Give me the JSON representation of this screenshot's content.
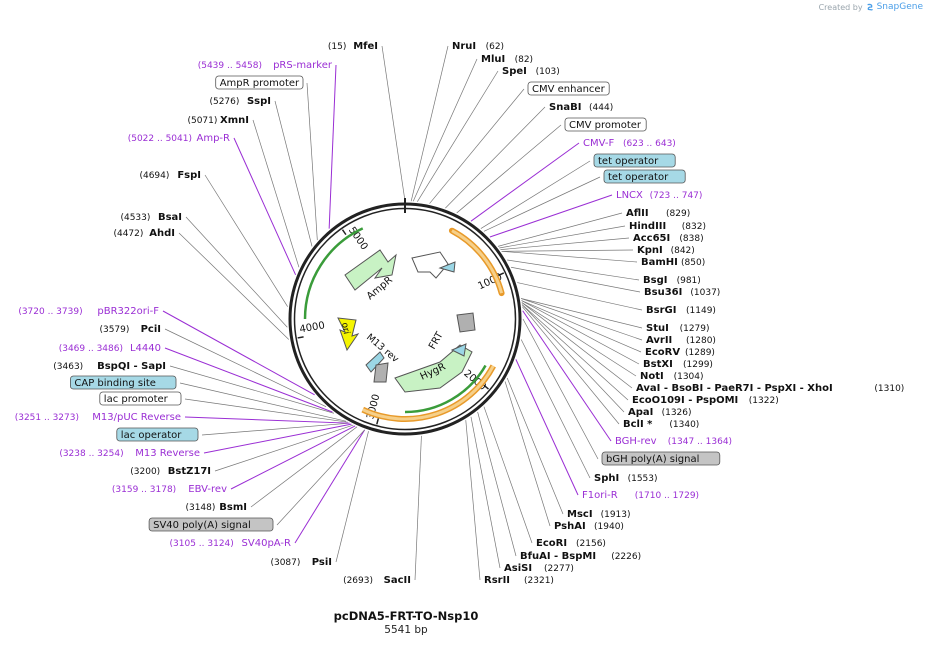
{
  "credit": {
    "prefix": "Created by",
    "brand": "SnapGene"
  },
  "plasmid": {
    "name": "pcDNA5-FRT-TO-Nsp10",
    "length": "5541 bp"
  },
  "ring": {
    "ticks": [
      "1000",
      "2000",
      "3000",
      "4000",
      "5000"
    ]
  },
  "features": [
    {
      "name": "AmpR",
      "color": "#c8f2c4"
    },
    {
      "name": "ori",
      "color": "#f5f500"
    },
    {
      "name": "M13 rev",
      "color": "#9bd7e6"
    },
    {
      "name": "FRT",
      "color": "#ffffff"
    },
    {
      "name": "HygR",
      "color": "#c8f2c4"
    }
  ],
  "labels": [
    {
      "type": "site",
      "name": "MfeI",
      "pos": "(15)"
    },
    {
      "type": "site",
      "name": "NruI",
      "pos": "(62)"
    },
    {
      "type": "site",
      "name": "MluI",
      "pos": "(82)"
    },
    {
      "type": "site",
      "name": "SpeI",
      "pos": "(103)"
    },
    {
      "type": "feature",
      "name": "CMV enhancer",
      "color": "#ffffff"
    },
    {
      "type": "site",
      "name": "SnaBI",
      "pos": "(444)"
    },
    {
      "type": "feature",
      "name": "CMV promoter",
      "color": "#ffffff"
    },
    {
      "type": "primer",
      "name": "CMV-F",
      "pos": "(623 .. 643)"
    },
    {
      "type": "feature",
      "name": "tet operator",
      "color": "#a6d9e6"
    },
    {
      "type": "feature",
      "name": "tet operator",
      "color": "#a6d9e6"
    },
    {
      "type": "primer",
      "name": "LNCX",
      "pos": "(723 .. 747)"
    },
    {
      "type": "site",
      "name": "AflII",
      "pos": "(829)"
    },
    {
      "type": "site",
      "name": "HindIII",
      "pos": "(832)"
    },
    {
      "type": "site",
      "name": "Acc65I",
      "pos": "(838)"
    },
    {
      "type": "site",
      "name": "KpnI",
      "pos": "(842)"
    },
    {
      "type": "site",
      "name": "BamHI",
      "pos": "(850)"
    },
    {
      "type": "site",
      "name": "BsgI",
      "pos": "(981)"
    },
    {
      "type": "site",
      "name": "Bsu36I",
      "pos": "(1037)"
    },
    {
      "type": "site",
      "name": "BsrGI",
      "pos": "(1149)"
    },
    {
      "type": "site",
      "name": "StuI",
      "pos": "(1279)"
    },
    {
      "type": "site",
      "name": "AvrII",
      "pos": "(1280)"
    },
    {
      "type": "site",
      "name": "EcoRV",
      "pos": "(1289)"
    },
    {
      "type": "site",
      "name": "BstXI",
      "pos": "(1299)"
    },
    {
      "type": "site",
      "name": "NotI",
      "pos": "(1304)"
    },
    {
      "type": "site",
      "name": "AvaI - BsoBI - PaeR7I - PspXI - XhoI",
      "pos": "(1310)"
    },
    {
      "type": "site",
      "name": "EcoO109I - PspOMI",
      "pos": "(1322)"
    },
    {
      "type": "site",
      "name": "ApaI",
      "pos": "(1326)"
    },
    {
      "type": "site",
      "name": "BclI *",
      "pos": "(1340)"
    },
    {
      "type": "primer",
      "name": "BGH-rev",
      "pos": "(1347 .. 1364)"
    },
    {
      "type": "feature",
      "name": "bGH poly(A) signal",
      "color": "#c4c4c4"
    },
    {
      "type": "site",
      "name": "SphI",
      "pos": "(1553)"
    },
    {
      "type": "primer",
      "name": "F1ori-R",
      "pos": "(1710 .. 1729)"
    },
    {
      "type": "site",
      "name": "MscI",
      "pos": "(1913)"
    },
    {
      "type": "site",
      "name": "PshAI",
      "pos": "(1940)"
    },
    {
      "type": "site",
      "name": "EcoRI",
      "pos": "(2156)"
    },
    {
      "type": "site",
      "name": "BfuAI - BspMI",
      "pos": "(2226)"
    },
    {
      "type": "site",
      "name": "AsiSI",
      "pos": "(2277)"
    },
    {
      "type": "site",
      "name": "RsrII",
      "pos": "(2321)"
    },
    {
      "type": "site",
      "name": "SacII",
      "pos": "(2693)"
    },
    {
      "type": "site",
      "name": "PsiI",
      "pos": "(3087)"
    },
    {
      "type": "primer",
      "name": "SV40pA-R",
      "pos": "(3105 .. 3124)"
    },
    {
      "type": "feature",
      "name": "SV40 poly(A) signal",
      "color": "#c4c4c4"
    },
    {
      "type": "site",
      "name": "BsmI",
      "pos": "(3148)"
    },
    {
      "type": "primer",
      "name": "EBV-rev",
      "pos": "(3159 .. 3178)"
    },
    {
      "type": "site",
      "name": "BstZ17I",
      "pos": "(3200)"
    },
    {
      "type": "primer",
      "name": "M13 Reverse",
      "pos": "(3238 .. 3254)"
    },
    {
      "type": "feature",
      "name": "lac operator",
      "color": "#a6d9e6"
    },
    {
      "type": "primer",
      "name": "M13/pUC Reverse",
      "pos": "(3251 .. 3273)"
    },
    {
      "type": "feature",
      "name": "lac promoter",
      "color": "#ffffff"
    },
    {
      "type": "feature",
      "name": "CAP binding site",
      "color": "#a6d9e6"
    },
    {
      "type": "site",
      "name": "BspQI - SapI",
      "pos": "(3463)"
    },
    {
      "type": "primer",
      "name": "L4440",
      "pos": "(3469 .. 3486)"
    },
    {
      "type": "site",
      "name": "PciI",
      "pos": "(3579)"
    },
    {
      "type": "primer",
      "name": "pBR322ori-F",
      "pos": "(3720 .. 3739)"
    },
    {
      "type": "site",
      "name": "AhdI",
      "pos": "(4472)"
    },
    {
      "type": "site",
      "name": "BsaI",
      "pos": "(4533)"
    },
    {
      "type": "site",
      "name": "FspI",
      "pos": "(4694)"
    },
    {
      "type": "primer",
      "name": "Amp-R",
      "pos": "(5022 .. 5041)"
    },
    {
      "type": "site",
      "name": "XmnI",
      "pos": "(5071)"
    },
    {
      "type": "site",
      "name": "SspI",
      "pos": "(5276)"
    },
    {
      "type": "feature",
      "name": "AmpR promoter",
      "color": "#ffffff"
    },
    {
      "type": "primer",
      "name": "pRS-marker",
      "pos": "(5439 .. 5458)"
    }
  ]
}
